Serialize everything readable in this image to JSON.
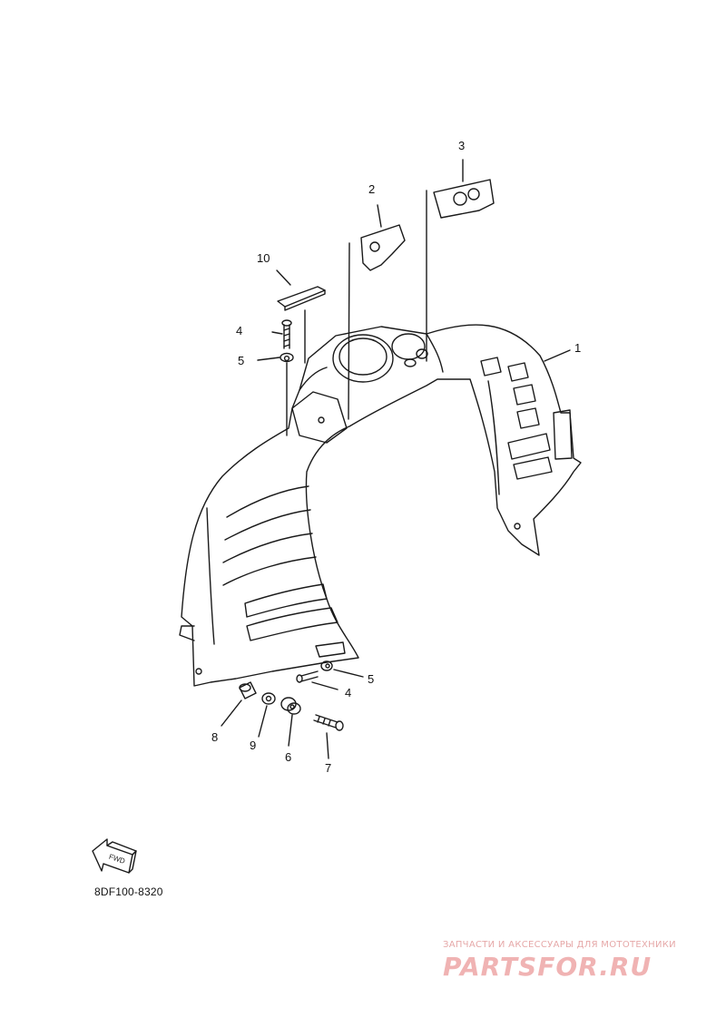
{
  "callouts": {
    "c1": "1",
    "c2": "2",
    "c3": "3",
    "c10": "10",
    "c4a": "4",
    "c5a": "5",
    "c5b": "5",
    "c4b": "4",
    "c8": "8",
    "c9": "9",
    "c6": "6",
    "c7": "7"
  },
  "fwd_label": "FWD",
  "part_code": "8DF100-8320",
  "watermark": {
    "tagline": "ЗАПЧАСТИ И АКСЕССУАРЫ ДЛЯ МОТОТЕХНИКИ",
    "logo": "PARTSFOR.RU"
  },
  "colors": {
    "line": "#1a1a1a",
    "watermark": "#f0b3b3"
  }
}
